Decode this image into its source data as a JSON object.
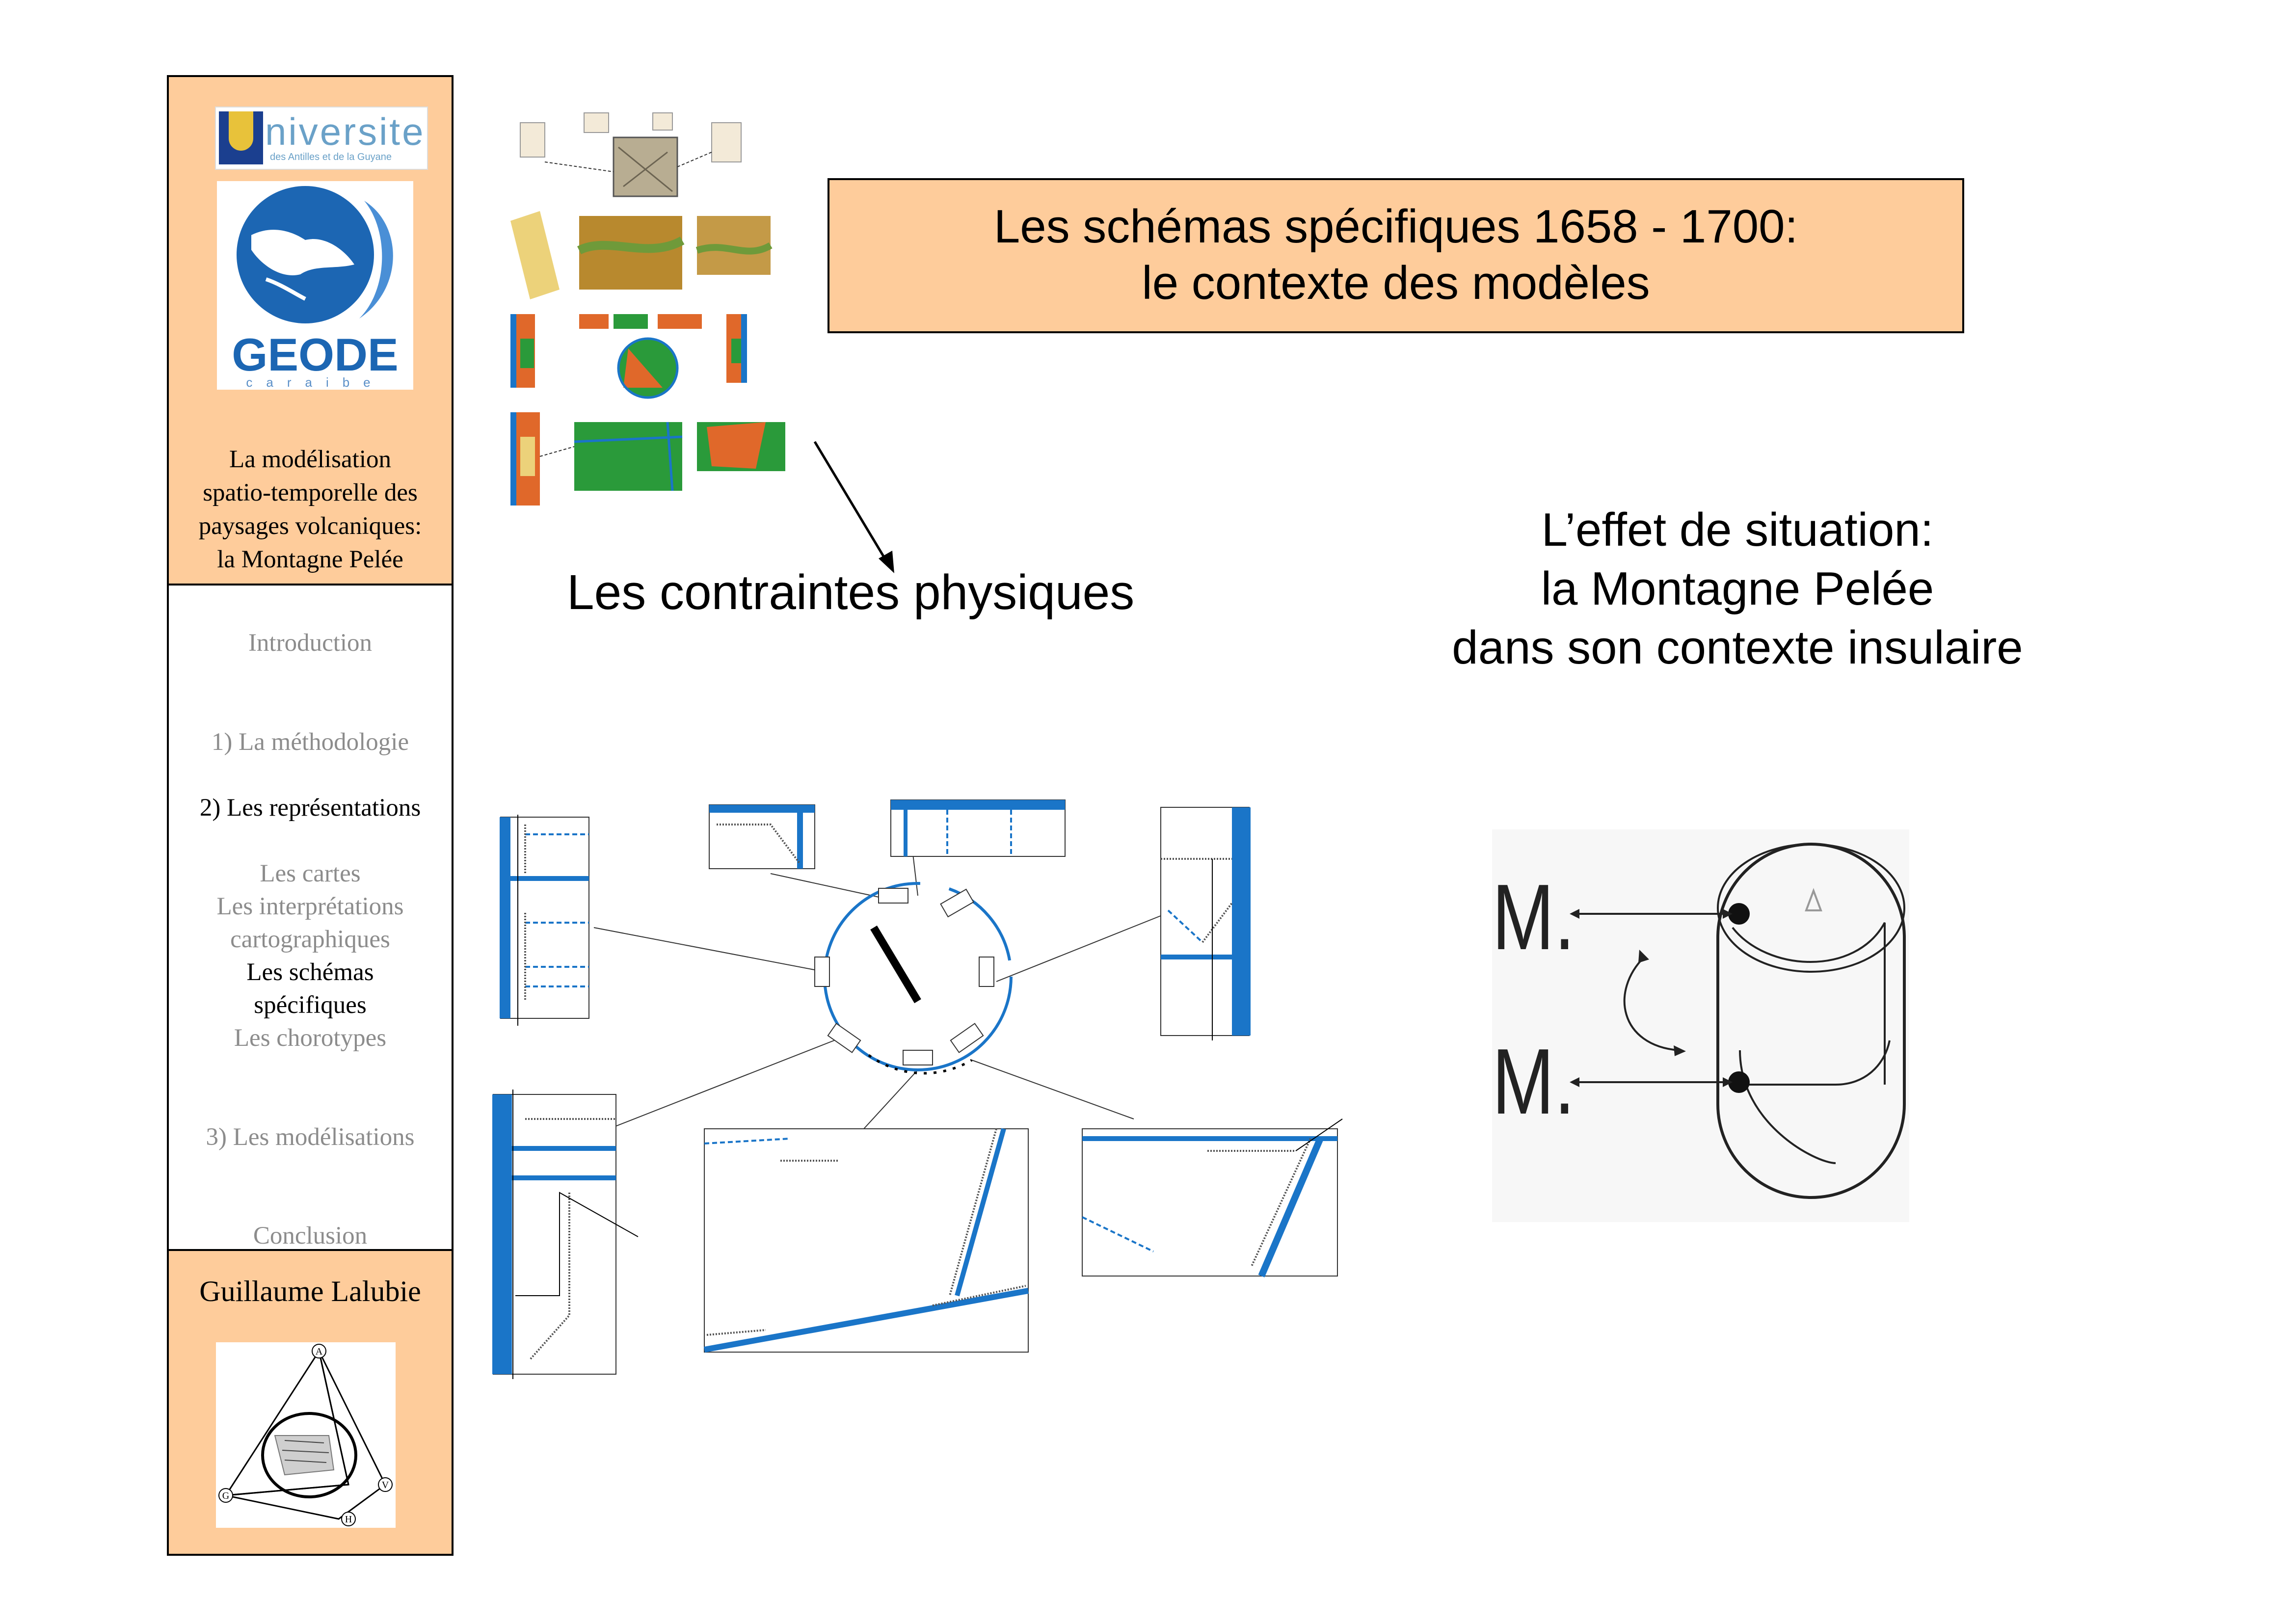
{
  "sidebar": {
    "logo_university_text": "niversite",
    "logo_university_subtext": "des Antilles et de la Guyane",
    "logo_geode_text": "GEODE",
    "logo_geode_subtext": "caraibe",
    "title_lines": [
      "La modélisation",
      "spatio-temporelle des",
      "paysages volcaniques:",
      "la Montagne Pelée"
    ],
    "nav": [
      {
        "label": "Introduction",
        "active": false
      },
      {
        "label": "1) La méthodologie",
        "active": false
      },
      {
        "label": "2) Les représentations",
        "active": true
      },
      {
        "label": "Les cartes",
        "active": false
      },
      {
        "label": "Les interprétations",
        "active": false
      },
      {
        "label": "cartographiques",
        "active": false
      },
      {
        "label": "Les schémas",
        "active": true
      },
      {
        "label": "spécifiques",
        "active": true
      },
      {
        "label": "Les chorotypes",
        "active": false
      },
      {
        "label": "3) Les modélisations",
        "active": false
      },
      {
        "label": "Conclusion",
        "active": false
      }
    ],
    "author": "Guillaume Lalubie",
    "diagram_letters": [
      "A",
      "G",
      "V",
      "H"
    ]
  },
  "main": {
    "title_line1": "Les schémas spécifiques 1658 - 1700:",
    "title_line2": "le contexte des modèles",
    "label_contraintes": "Les contraintes physiques",
    "effet_lines": [
      "L’effet de situation:",
      "la Montagne Pelée",
      "dans son contexte insulaire"
    ],
    "m_label_top": "M.",
    "m_label_bottom": "M."
  },
  "colors": {
    "panel_orange": "#fecc9b",
    "accent_blue": "#1a75c8",
    "inactive_grey": "#8c8c8c",
    "map_orange": "#e0682a",
    "map_green": "#2a9a3a"
  }
}
